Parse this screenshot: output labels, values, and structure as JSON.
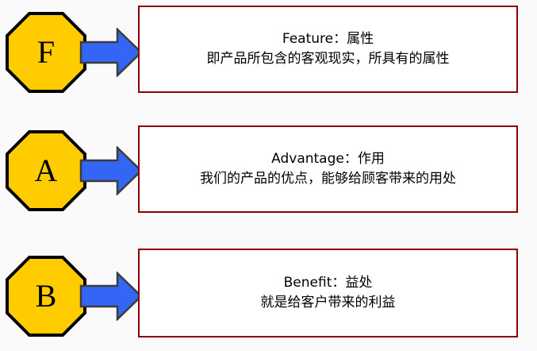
{
  "background_color": "#fafafa",
  "theme": {
    "badge_fill": "#ffcc00",
    "badge_stroke": "#000000",
    "arrow_fill": "#3366f5",
    "arrow_stroke": "#3c3c3c",
    "panel_border": "#8b0000",
    "panel_background": "#ffffff",
    "text_color": "#000000"
  },
  "rows": [
    {
      "badge_letter": "F",
      "badge_icon": "octagon-badge-icon",
      "arrow_icon": "right-arrow-icon",
      "title": "Feature：属性",
      "description": "即产品所包含的客观现实，所具有的属性"
    },
    {
      "badge_letter": "A",
      "badge_icon": "octagon-badge-icon",
      "arrow_icon": "right-arrow-icon",
      "title": "Advantage：作用",
      "description": "我们的产品的优点，能够给顾客带来的用处"
    },
    {
      "badge_letter": "B",
      "badge_icon": "octagon-badge-icon",
      "arrow_icon": "right-arrow-icon",
      "title": "Benefit：益处",
      "description": "就是给客户带来的利益"
    }
  ]
}
